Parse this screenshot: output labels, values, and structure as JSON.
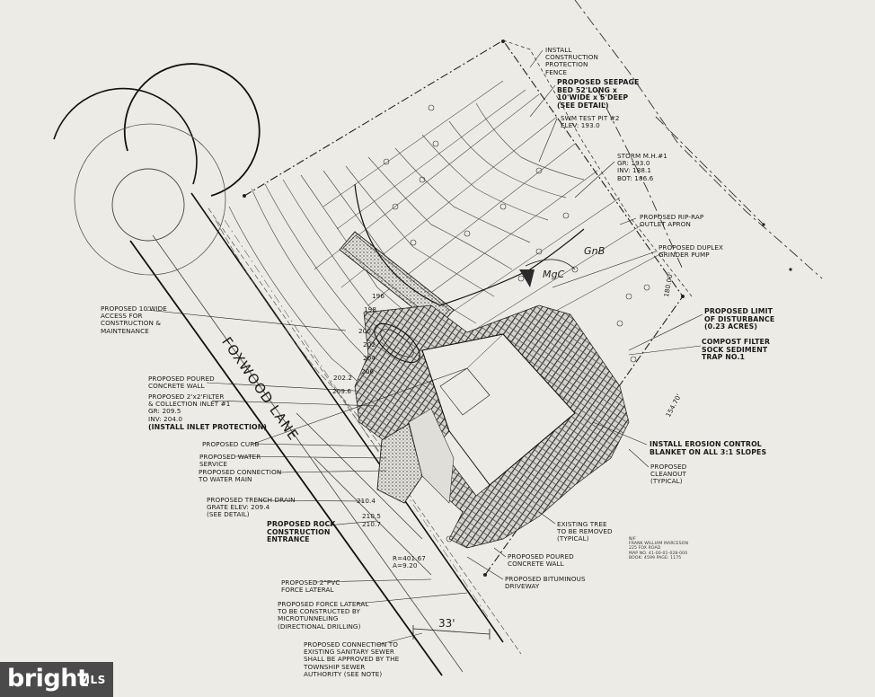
{
  "road_name": "FOXWOOD LANE",
  "soil_labels": {
    "gnb": "GnB",
    "mgc": "MgC"
  },
  "dimension_33": "33'",
  "arc_data": "R=401.67\nA=9.20",
  "notes": {
    "construction_fence": "INSTALL\nCONSTRUCTION\nPROTECTION\nFENCE",
    "seepage_bed": "PROPOSED SEEPAGE\nBED 52'LONG x\n10'WIDE x 5'DEEP\n(SEE DETAIL)",
    "swm_test_pit": "SWM TEST PIT #2\nELEV: 193.0",
    "storm_mh": "STORM M.H.#1\nGR: 193.0\nINV: 188.1\nBOT: 186.6",
    "rip_rap": "PROPOSED RIP-RAP\nOUTLET APRON",
    "grinder_pump": "PROPOSED DUPLEX\nGRINDER PUMP",
    "limit_disturbance": "PROPOSED LIMIT\nOF DISTURBANCE\n(0.23 ACRES)",
    "compost_filter": "COMPOST FILTER\nSOCK SEDIMENT\nTRAP NO.1",
    "erosion_blanket": "INSTALL EROSION CONTROL\nBLANKET ON ALL 3:1 SLOPES",
    "cleanout": "PROPOSED\nCLEANOUT\n(TYPICAL)",
    "existing_tree": "EXISTING TREE\nTO BE REMOVED\n(TYPICAL)",
    "concrete_wall_lower": "PROPOSED POURED\nCONCRETE WALL",
    "bituminous_driveway": "PROPOSED BITUMINOUS\nDRIVEWAY",
    "access_10": "PROPOSED 10'WIDE\nACCESS FOR\nCONSTRUCTION &\nMAINTENANCE",
    "concrete_wall_upper": "PROPOSED POURED\nCONCRETE WALL",
    "filter_inlet": "PROPOSED 2'x2'FILTER\n& COLLECTION INLET #1\nGR: 209.5\nINV: 204.0",
    "inlet_protection": "(INSTALL INLET PROTECTION)",
    "curb": "PROPOSED CURB",
    "water_service": "PROPOSED WATER\nSERVICE",
    "water_main": "PROPOSED CONNECTION\nTO WATER MAIN",
    "trench_drain": "PROPOSED TRENCH DRAIN\nGRATE ELEV: 209.4\n(SEE DETAIL)",
    "rock_entrance": "PROPOSED ROCK\nCONSTRUCTION\nENTRANCE",
    "pvc_force": "PROPOSED 2\"PVC\nFORCE LATERAL",
    "force_lateral": "PROPOSED FORCE LATERAL\nTO BE CONSTRUCTED BY\nMICROTUNNELING\n(DIRECTIONAL DRILLING)",
    "sewer_connection": "PROPOSED CONNECTION TO\nEXISTING SANITARY SEWER\nSHALL BE APPROVED BY THE\nTOWNSHIP SEWER\nAUTHORITY (SEE NOTE)"
  },
  "elevations": {
    "e2022": "202.2",
    "e2096": "209.6",
    "e2104": "210.4",
    "e2105": "210.5",
    "e2107": "210.7",
    "e200": "200",
    "e198": "198",
    "e196": "196",
    "e202": "202",
    "e204": "204",
    "e206": "206",
    "e15470": "154.70'",
    "e18000": "180.00'"
  },
  "owner_note": "N/F\nFRANK WILLIAM MARCESON\n225 FOX ROAD\nMAP NO. 41-00-01-028-000\nBOOK: 4599 PAGE: 1175",
  "watermark": {
    "word": "bright",
    "suffix": "MLS"
  }
}
